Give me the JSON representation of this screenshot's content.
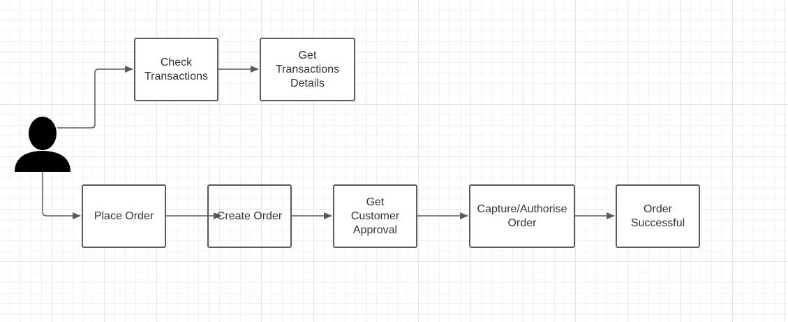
{
  "diagram": {
    "colors": {
      "stroke": "#5a5a5a",
      "text": "#333333",
      "actor": "#000000"
    },
    "actor": {
      "icon": "person-icon"
    },
    "nodes": {
      "check_transactions": "Check\nTransactions",
      "get_transactions_details": "Get\nTransactions\nDetails",
      "place_order": "Place Order",
      "create_order": "Create Order",
      "get_customer_approval": "Get\nCustomer\nApproval",
      "capture_authorise_order": "Capture/Authorise\nOrder",
      "order_successful": "Order\nSuccessful"
    },
    "edges": [
      {
        "from": "actor",
        "to": "check_transactions"
      },
      {
        "from": "check_transactions",
        "to": "get_transactions_details"
      },
      {
        "from": "actor",
        "to": "place_order"
      },
      {
        "from": "place_order",
        "to": "create_order"
      },
      {
        "from": "create_order",
        "to": "get_customer_approval"
      },
      {
        "from": "get_customer_approval",
        "to": "capture_authorise_order"
      },
      {
        "from": "capture_authorise_order",
        "to": "order_successful"
      }
    ]
  }
}
